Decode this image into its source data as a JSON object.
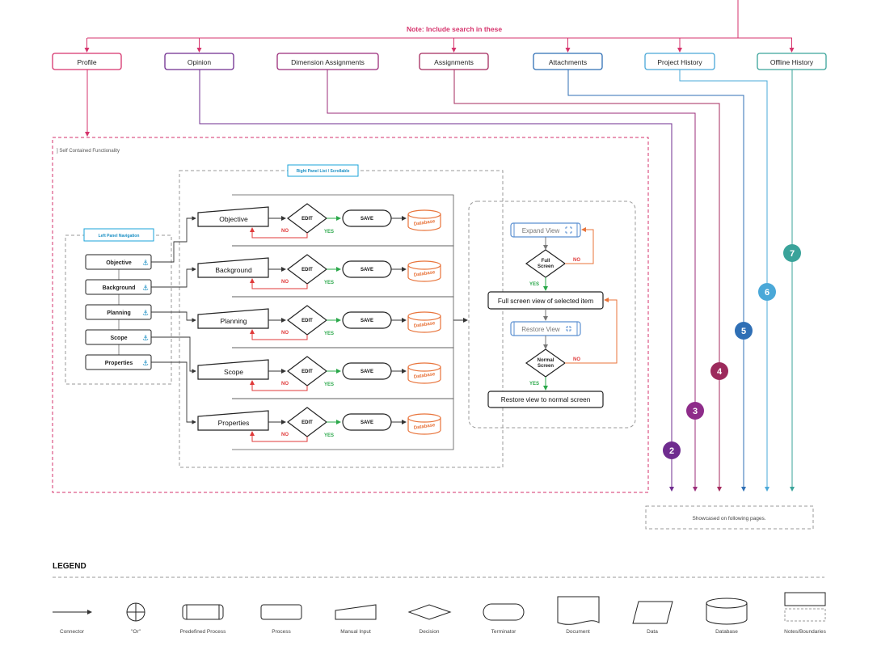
{
  "note": "Note: Include search in these",
  "top_tabs": [
    {
      "label": "Profile",
      "color": "#d6336c"
    },
    {
      "label": "Opinion",
      "color": "#6f2c8f"
    },
    {
      "label": "Dimension Assignments",
      "color": "#9b2c7a"
    },
    {
      "label": "Assignments",
      "color": "#a52a5e"
    },
    {
      "label": "Attachments",
      "color": "#2f6fb5"
    },
    {
      "label": "Project History",
      "color": "#4aa8d8"
    },
    {
      "label": "Offline History",
      "color": "#3aa39a"
    }
  ],
  "self_contained_label": "] Self Contained Functionality",
  "right_panel_label": "Right Panel List / Scrollable",
  "left_panel_label": "Left Panel Navigation",
  "left_items": [
    "Objective",
    "Background",
    "Planning",
    "Scope",
    "Properties"
  ],
  "flow_rows": [
    "Objective",
    "Background",
    "Planning",
    "Scope",
    "Properties"
  ],
  "edit_label": "EDIT",
  "save_label": "SAVE",
  "database_label": "Database",
  "no_label": "NO",
  "yes_label": "YES",
  "fullscreen": {
    "expand": "Expand View",
    "full_q": [
      "Full",
      "Screen"
    ],
    "full_view": "Full screen view of selected item",
    "restore": "Restore View",
    "normal_q": [
      "Normal",
      "Screen"
    ],
    "restore_normal": "Restore view to normal screen"
  },
  "badges": [
    {
      "n": "2",
      "color": "#6f2c8f"
    },
    {
      "n": "3",
      "color": "#8e2c8a"
    },
    {
      "n": "4",
      "color": "#9c2a5c"
    },
    {
      "n": "5",
      "color": "#2f6fb5"
    },
    {
      "n": "6",
      "color": "#4aa8d8"
    },
    {
      "n": "7",
      "color": "#3aa39a"
    }
  ],
  "showcase": "Showcased on following pages.",
  "legend_title": "LEGEND",
  "legend": [
    "Connector",
    "\"Or\"",
    "Predefined Process",
    "Process",
    "Manual Input",
    "Decision",
    "Terminator",
    "Document",
    "Data",
    "Database",
    "Notes/Boundaries"
  ],
  "colors": {
    "red": "#e03a3a",
    "green": "#2aa84a",
    "orange": "#e8733a",
    "pink": "#d6336c",
    "cyan": "#1aa3d9",
    "anchor": "#1a8fc4"
  }
}
